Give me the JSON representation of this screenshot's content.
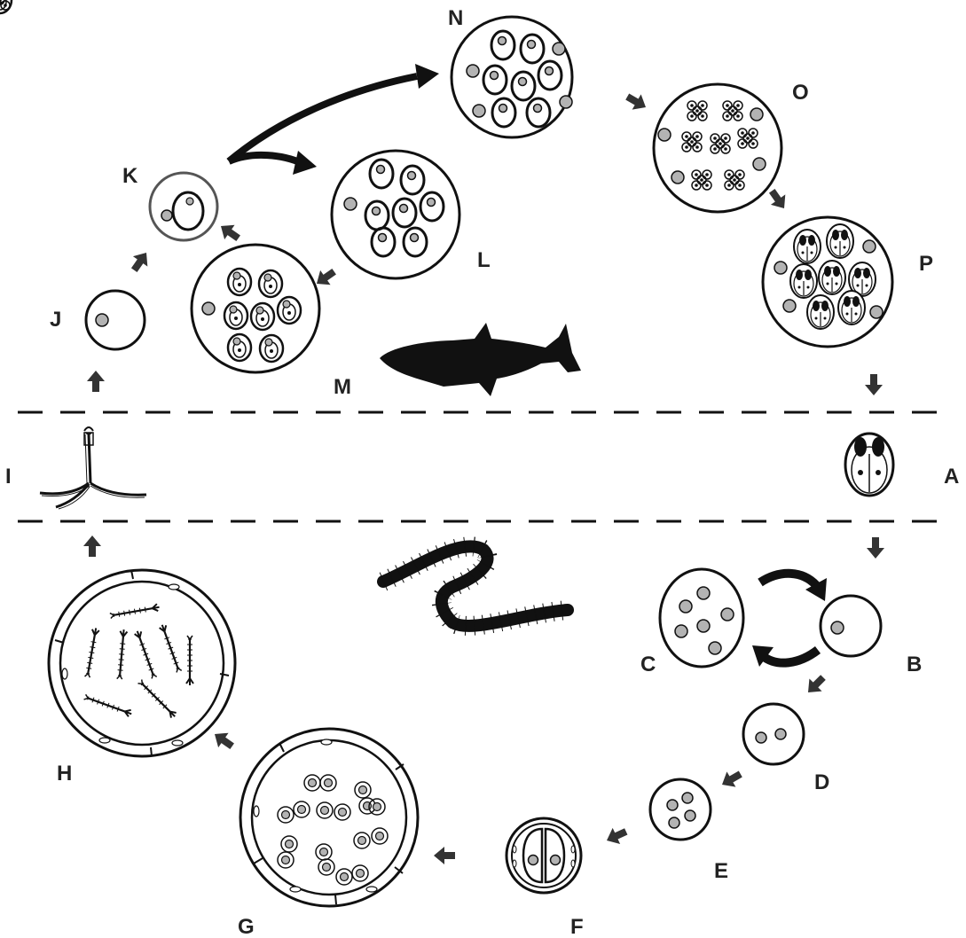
{
  "stages": {
    "A": "A",
    "B": "B",
    "C": "C",
    "D": "D",
    "E": "E",
    "F": "F",
    "G": "G",
    "H": "H",
    "I": "I",
    "J": "J",
    "K": "K",
    "L": "L",
    "M": "M",
    "N": "N",
    "O": "O",
    "P": "P"
  },
  "colors": {
    "ink": "#111111",
    "nucleus": "#b3b3b3",
    "arrow": "#333333",
    "label": "#222222"
  },
  "icons": [
    "fish-silhouette-icon",
    "oligochaete-worm-icon",
    "triactinomyxon-spore-icon",
    "myxospore-icon"
  ]
}
